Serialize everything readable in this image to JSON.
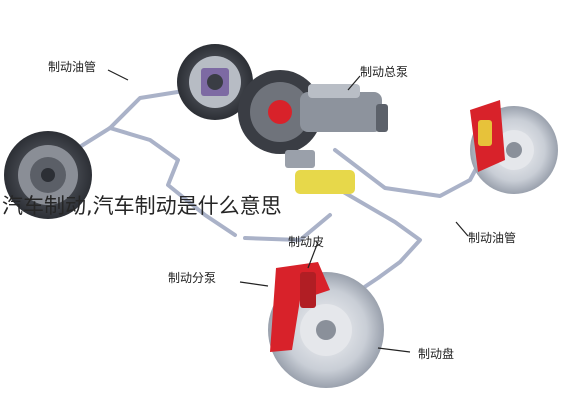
{
  "caption": "汽车制动,汽车制动是什么意思",
  "labels": {
    "brake_line_left": "制动油管",
    "master_cylinder": "制动总泵",
    "brake_pad": "制动皮",
    "wheel_cylinder": "制动分泵",
    "brake_line_right": "制动油管",
    "brake_disc": "制动盘"
  },
  "colors": {
    "caliper": "#d8222a",
    "pipe": "#aab2c8",
    "disc": "#cfd3da",
    "drum": "#3a3d44",
    "fluid_line": "#e7d84a"
  }
}
